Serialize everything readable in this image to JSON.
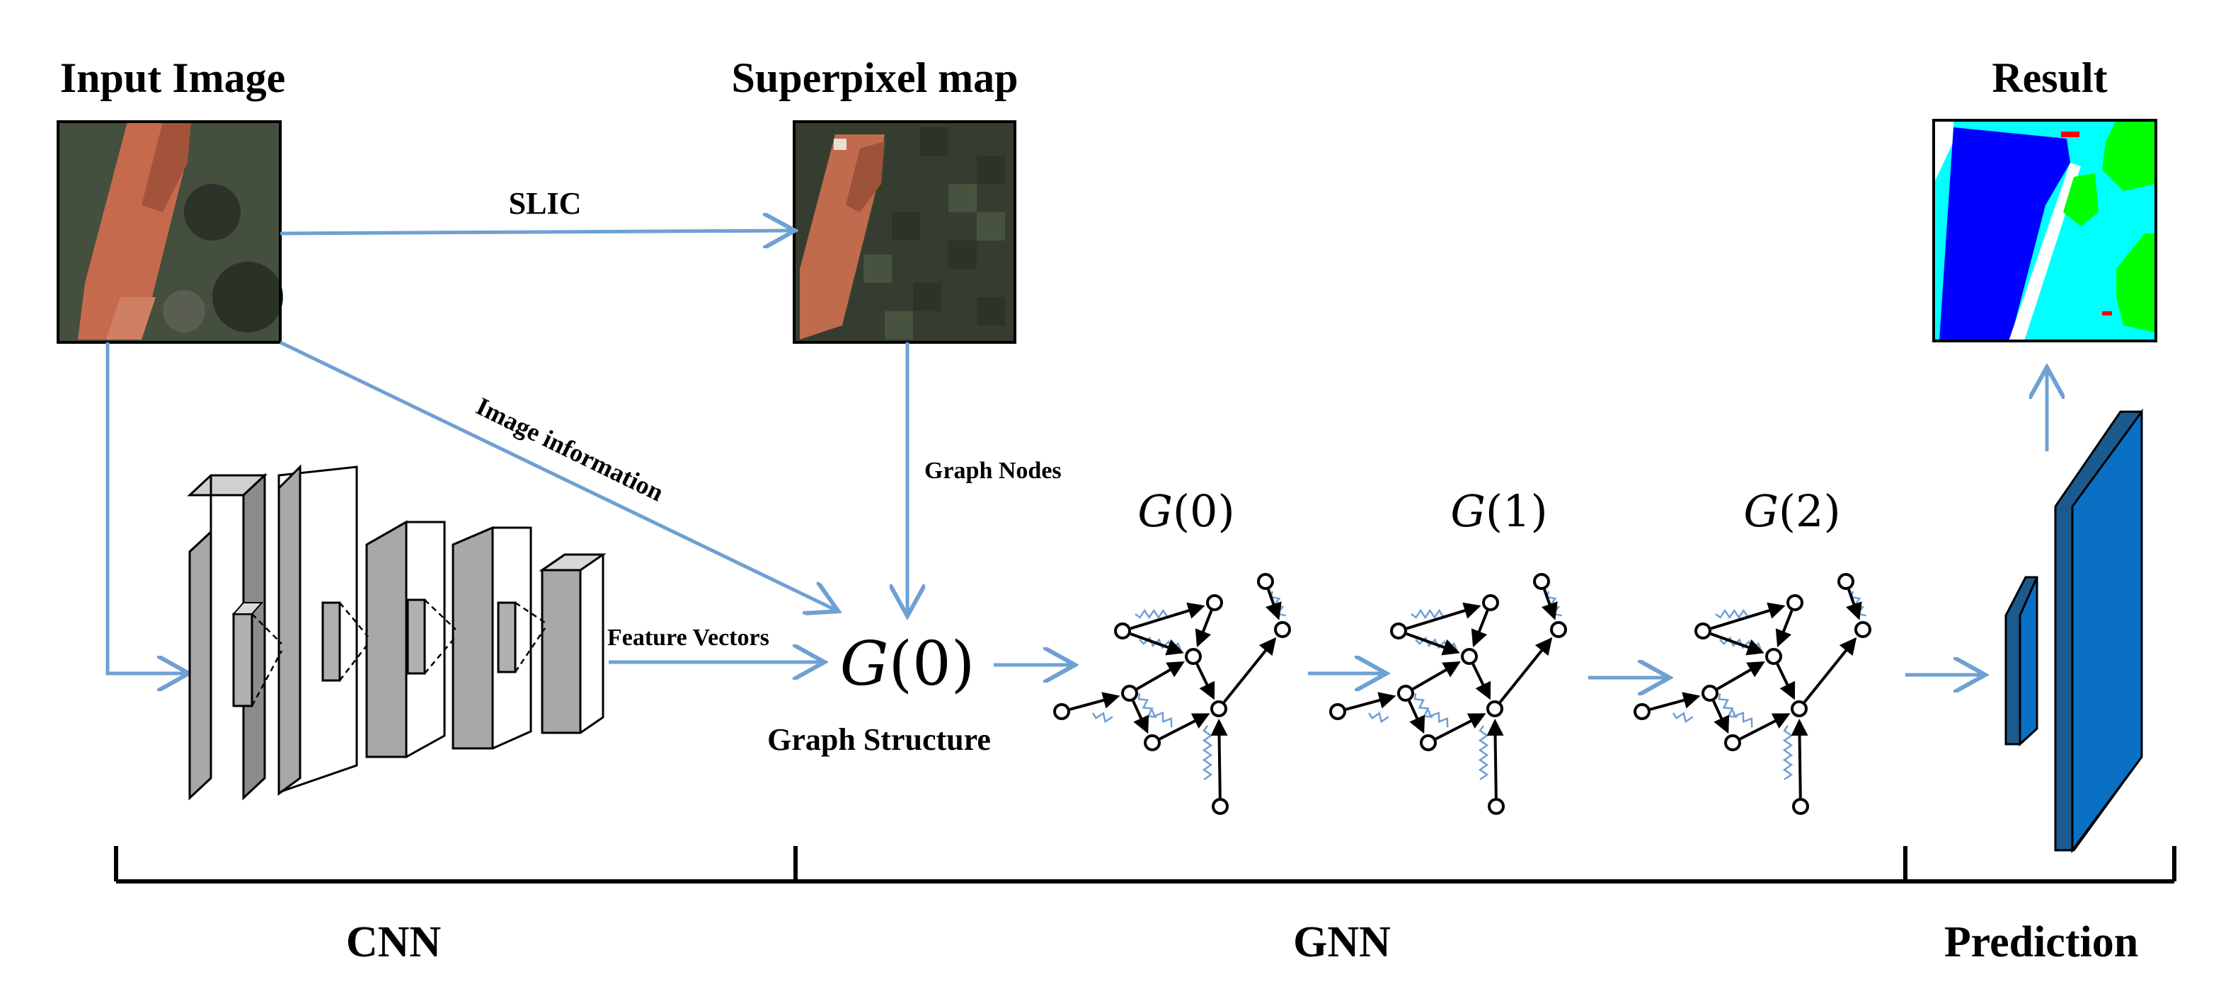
{
  "titles": {
    "input_image": "Input Image",
    "superpixel_map": "Superpixel map",
    "result": "Result"
  },
  "arrow_labels": {
    "slic": "SLIC",
    "image_information": "Image information",
    "graph_nodes": "Graph Nodes",
    "feature_vectors": "Feature Vectors"
  },
  "graph": {
    "center_label_fn": "G",
    "center_label_arg": "(0)",
    "structure_label": "Graph Structure",
    "stages": [
      {
        "fn": "G",
        "arg": "(0)"
      },
      {
        "fn": "G",
        "arg": "(1)"
      },
      {
        "fn": "G",
        "arg": "(2)"
      }
    ]
  },
  "sections": {
    "cnn": "CNN",
    "gnn": "GNN",
    "prediction": "Prediction"
  },
  "colors": {
    "arrow_blue": "#6fa0d3",
    "bar_dark_blue": "#1a5a8e",
    "bar_blue": "#0a70c4",
    "result_dark_blue": "#0000ff",
    "result_cyan": "#00ffff",
    "result_green": "#00ff00",
    "result_red": "#ff0000",
    "roof_orange": "#c8694a"
  }
}
